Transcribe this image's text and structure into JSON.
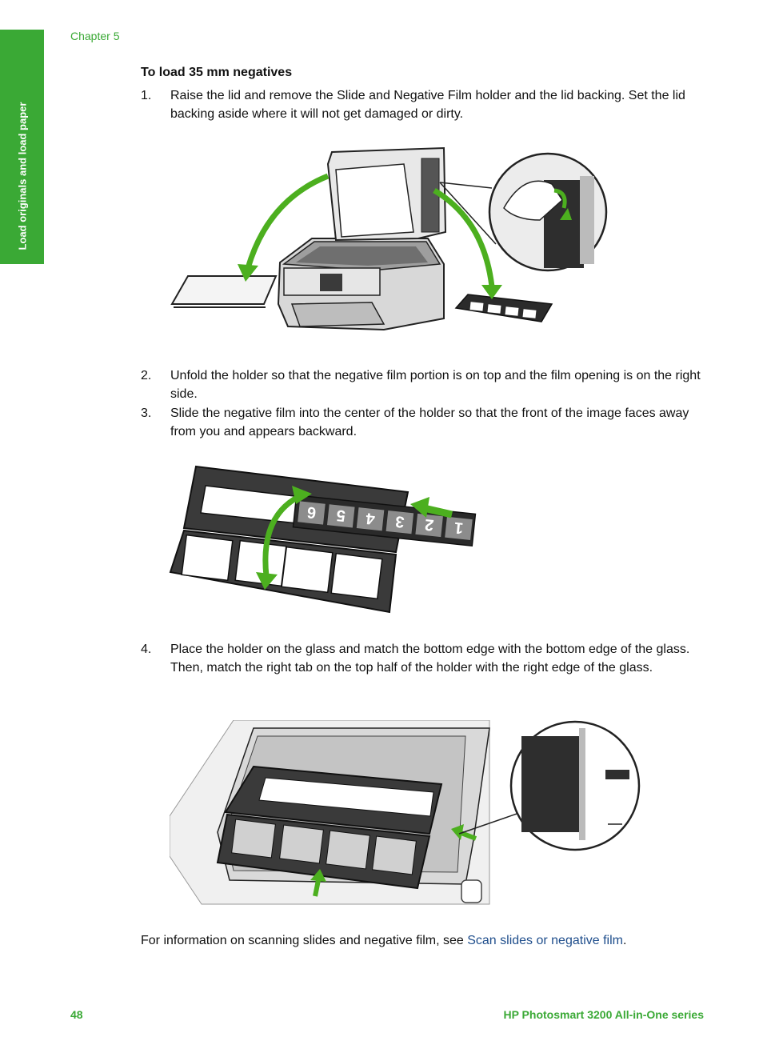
{
  "sidebar": {
    "tab_label": "Load originals and load paper"
  },
  "header": {
    "chapter": "Chapter 5"
  },
  "section": {
    "heading": "To load 35 mm negatives"
  },
  "steps": [
    {
      "num": "1.",
      "text": "Raise the lid and remove the Slide and Negative Film holder and the lid backing. Set the lid backing aside where it will not get damaged or dirty."
    },
    {
      "num": "2.",
      "text": "Unfold the holder so that the negative film portion is on top and the film opening is on the right side."
    },
    {
      "num": "3.",
      "text": "Slide the negative film into the center of the holder so that the front of the image faces away from you and appears backward."
    },
    {
      "num": "4.",
      "text": "Place the holder on the glass and match the bottom edge with the bottom edge of the glass. Then, match the right tab on the top half of the holder with the right edge of the glass."
    }
  ],
  "film_frames": [
    "6",
    "5",
    "4",
    "3",
    "2",
    "1"
  ],
  "footer_note": {
    "prefix": "For information on scanning slides and negative film, see ",
    "link": "Scan slides or negative film",
    "suffix": "."
  },
  "footer": {
    "page_number": "48",
    "product": "HP Photosmart 3200 All-in-One series"
  },
  "colors": {
    "accent_green": "#3aa935",
    "arrow_green": "#4caf1f",
    "link_blue": "#1f4e8c"
  }
}
